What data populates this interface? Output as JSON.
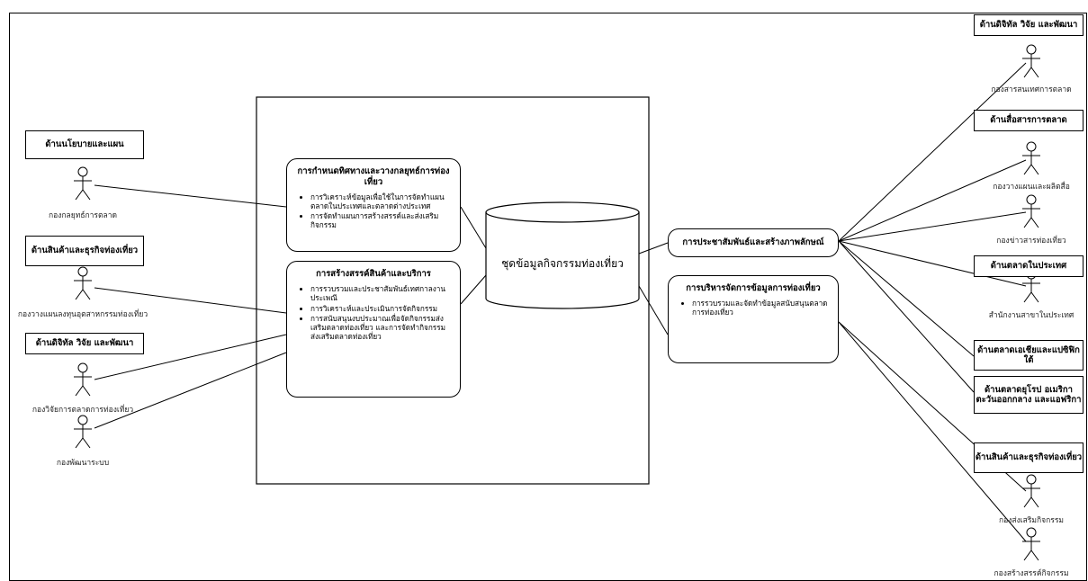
{
  "system_title": "",
  "datastore": "ชุดข้อมูลกิจกรรมท่องเที่ยว",
  "use_cases": [
    {
      "title": "การกำหนดทิศทางและวางกลยุทธ์การท่องเที่ยว",
      "items": [
        "การวิเคราะห์ข้อมูลเพื่อใช้ในการจัดทำแผนตลาดในประเทศและตลาดต่างประเทศ",
        "การจัดทำแผนการสร้างสรรค์และส่งเสริมกิจกรรม"
      ]
    },
    {
      "title": "การสร้างสรรค์สินค้าและบริการ",
      "items": [
        "การรวบรวมและประชาสัมพันธ์เทศกาลงานประเพณี",
        "การวิเคราะห์และประเมินการจัดกิจกรรม",
        "การสนับสนุนงบประมาณเพื่อจัดกิจกรรมส่งเสริมตลาดท่องเที่ยว และการจัดทำกิจกรรม ส่งเสริมตลาดท่องเที่ยว"
      ]
    },
    {
      "title": "การประชาสัมพันธ์และสร้างภาพลักษณ์",
      "items": []
    },
    {
      "title": "การบริหารจัดการข้อมูลการท่องเที่ยว",
      "items": [
        "การรวบรวมและจัดทำข้อมูลสนับสนุนตลาดการท่องเที่ยว"
      ]
    }
  ],
  "left_groups": [
    "ด้านนโยบายและแผน",
    "ด้านสินค้าและธุรกิจท่องเที่ยว",
    "ด้านดิจิทัล วิจัย และพัฒนา"
  ],
  "left_actors": [
    "กองกลยุทธ์การตลาด",
    "กองวางแผนลงทุนอุตสาหกรรมท่องเที่ยว",
    "กองวิจัยการตลาดการท่องเที่ยว",
    "กองพัฒนาระบบ"
  ],
  "right_groups": [
    "ด้านดิจิทัล วิจัย และพัฒนา",
    "ด้านสื่อสารการตลาด",
    "ด้านตลาดในประเทศ",
    "ด้านตลาดเอเชียและแปซิฟิกใต้",
    "ด้านตลาดยุโรป อเมริกา ตะวันออกกลาง และแอฟริกา",
    "ด้านสินค้าและธุรกิจท่องเที่ยว"
  ],
  "right_actors": [
    "กองสารสนเทศการตลาด",
    "กองวางแผนและผลิตสื่อ",
    "กองข่าวสารท่องเที่ยว",
    "สำนักงานสาขาในประเทศ",
    "กองส่งเสริมกิจกรรม",
    "กองสร้างสรรค์กิจกรรม"
  ]
}
